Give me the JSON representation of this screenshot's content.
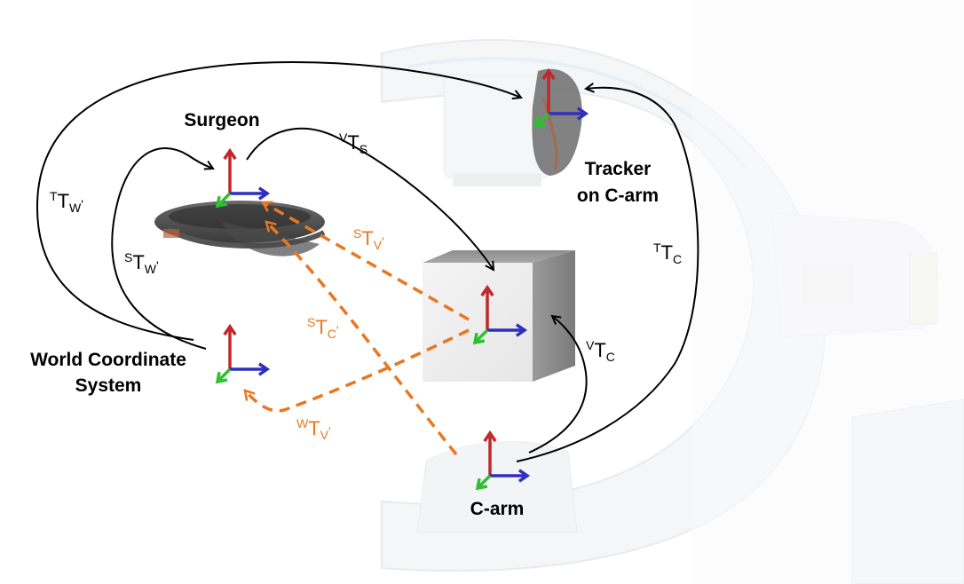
{
  "figure": {
    "colors": {
      "black_arrow": "#000000",
      "orange_dashed": "#e87722",
      "axis_red": "#c0282d",
      "axis_blue": "#2f2fbe",
      "axis_green": "#2ec030",
      "background_device": "#eef0f2"
    }
  },
  "nodes": {
    "surgeon": "Surgeon",
    "tracker_line1": "Tracker",
    "tracker_line2": "on C-arm",
    "world_line1": "World Coordinate",
    "world_line2": "System",
    "carm": "C-arm"
  },
  "transforms": {
    "t_tw": {
      "sup": "T",
      "main": "T",
      "sub": "W",
      "prime": "'"
    },
    "s_tw": {
      "sup": "S",
      "main": "T",
      "sub": "W",
      "prime": "'"
    },
    "v_ts": {
      "sup": "V",
      "main": "T",
      "sub": "S",
      "prime": ""
    },
    "t_tc": {
      "sup": "T",
      "main": "T",
      "sub": "C",
      "prime": ""
    },
    "v_tc": {
      "sup": "V",
      "main": "T",
      "sub": "C",
      "prime": ""
    },
    "s_tv": {
      "sup": "S",
      "main": "T",
      "sub": "V",
      "prime": "'"
    },
    "s_tc": {
      "sup": "S",
      "main": "T",
      "sub": "C",
      "prime": "'"
    },
    "w_tv": {
      "sup": "W",
      "main": "T",
      "sub": "V",
      "prime": "'"
    }
  }
}
